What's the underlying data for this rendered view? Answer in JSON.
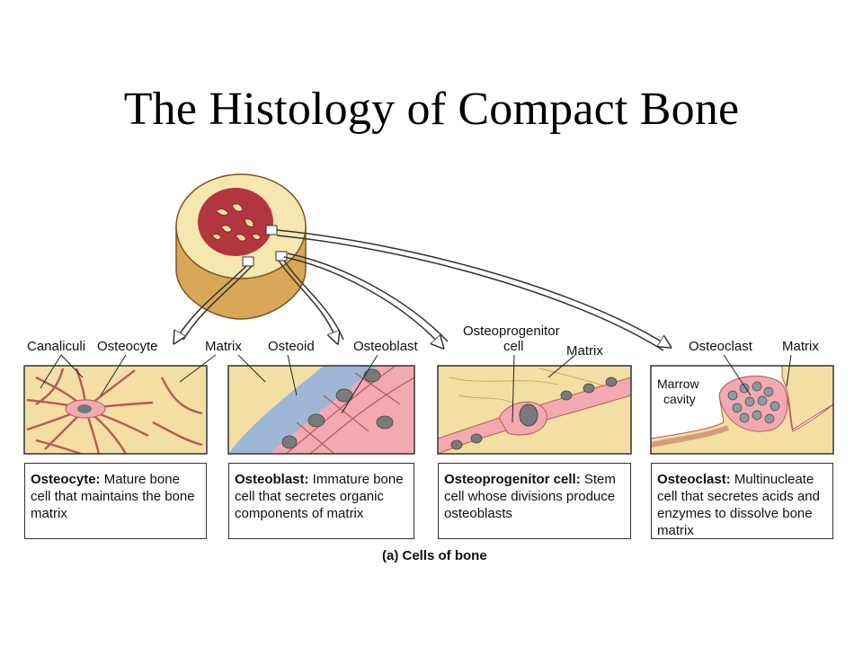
{
  "title": "The Histology of Compact Bone",
  "labels": {
    "canaliculi": "Canaliculi",
    "osteocyte": "Osteocyte",
    "matrix1": "Matrix",
    "osteoid": "Osteoid",
    "osteoblast": "Osteoblast",
    "osteoprogenitor_line1": "Osteoprogenitor",
    "osteoprogenitor_line2": "cell",
    "matrix2": "Matrix",
    "osteoclast": "Osteoclast",
    "matrix3": "Matrix",
    "marrow_line1": "Marrow",
    "marrow_line2": "cavity"
  },
  "captions": [
    {
      "term": "Osteocyte:",
      "text": " Mature bone cell that maintains the bone matrix"
    },
    {
      "term": "Osteoblast:",
      "text": " Immature bone cell that secretes organic components of matrix"
    },
    {
      "term": "Osteoprogenitor cell:",
      "text": " Stem cell whose divisions produce osteoblasts"
    },
    {
      "term": "Osteoclast:",
      "text": " Multinucleate cell that secretes acids and enzymes to dissolve bone matrix"
    }
  ],
  "figure_caption": "(a) Cells of bone",
  "colors": {
    "bone_matrix": "#f3dfa4",
    "marrow": "#b2363f",
    "cell_pink": "#f2a9b1",
    "nucleus": "#7a7a7a",
    "osteoid_blue": "#9fb6d6",
    "panel_border": "#333333"
  }
}
